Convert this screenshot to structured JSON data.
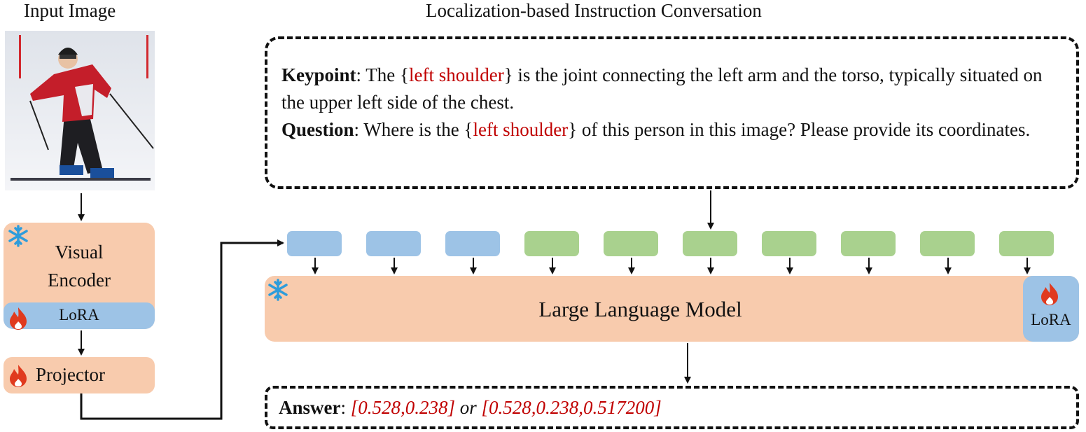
{
  "titles": {
    "input": "Input Image",
    "conversation": "Localization-based Instruction Conversation"
  },
  "encoder": {
    "label_line1": "Visual",
    "label_line2": "Encoder",
    "lora": "LoRA"
  },
  "projector": {
    "label": "Projector"
  },
  "llm": {
    "label": "Large Language Model",
    "lora": "LoRA"
  },
  "tokens": [
    "visual",
    "visual",
    "visual",
    "text",
    "text",
    "text",
    "text",
    "text",
    "text",
    "text"
  ],
  "question": {
    "keypoint_label": "Keypoint",
    "keypoint_pre": ": The ",
    "keypoint_brace_open": "{",
    "keypoint_name": "left shoulder",
    "keypoint_brace_close": "}",
    "keypoint_post": " is the joint connecting the left arm and the torso, typically situated on the upper left side of the chest.",
    "question_label": "Question",
    "question_pre": ": Where is the ",
    "question_brace_open": "{",
    "question_name": "left shoulder",
    "question_brace_close": "}",
    "question_post": " of this person in this image? Please provide its coordinates."
  },
  "answer": {
    "label": "Answer",
    "colon": ": ",
    "value1": "[0.528,0.238]",
    "or": " or ",
    "value2": "[0.528,0.238,0.517200]"
  },
  "colors": {
    "frozen_block": "#f8cbad",
    "lora": "#9dc3e6",
    "visual_token": "#9dc3e6",
    "text_token": "#a9d18e",
    "highlight_red": "#c00000",
    "snowflake": "#2e9cdb",
    "flame": "#e03a1e"
  },
  "icons": {
    "frozen": "snowflake-icon",
    "trainable": "flame-icon"
  }
}
